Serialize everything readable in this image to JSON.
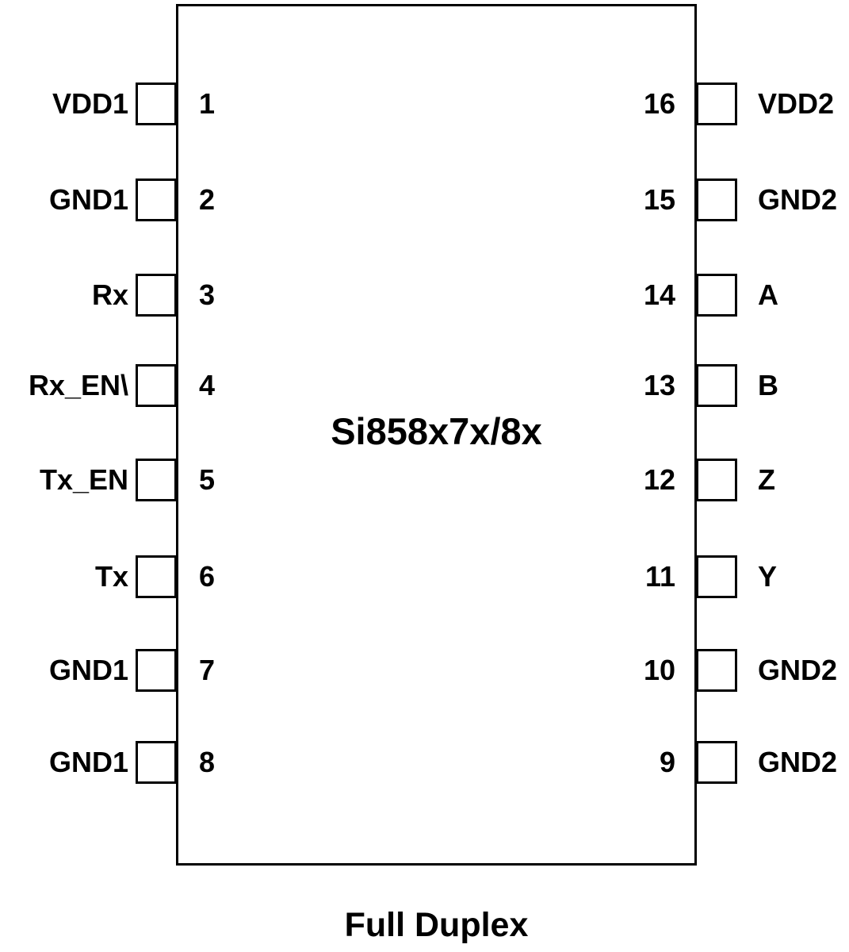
{
  "chip": {
    "title": "Si858x7x/8x",
    "caption": "Full Duplex",
    "left_pins": [
      {
        "number": "1",
        "label": "VDD1"
      },
      {
        "number": "2",
        "label": "GND1"
      },
      {
        "number": "3",
        "label": "Rx"
      },
      {
        "number": "4",
        "label": "Rx_EN\\"
      },
      {
        "number": "5",
        "label": "Tx_EN"
      },
      {
        "number": "6",
        "label": "Tx"
      },
      {
        "number": "7",
        "label": "GND1"
      },
      {
        "number": "8",
        "label": "GND1"
      }
    ],
    "right_pins": [
      {
        "number": "16",
        "label": "VDD2"
      },
      {
        "number": "15",
        "label": "GND2"
      },
      {
        "number": "14",
        "label": "A"
      },
      {
        "number": "13",
        "label": "B"
      },
      {
        "number": "12",
        "label": "Z"
      },
      {
        "number": "11",
        "label": "Y"
      },
      {
        "number": "10",
        "label": "GND2"
      },
      {
        "number": "9",
        "label": "GND2"
      }
    ]
  }
}
